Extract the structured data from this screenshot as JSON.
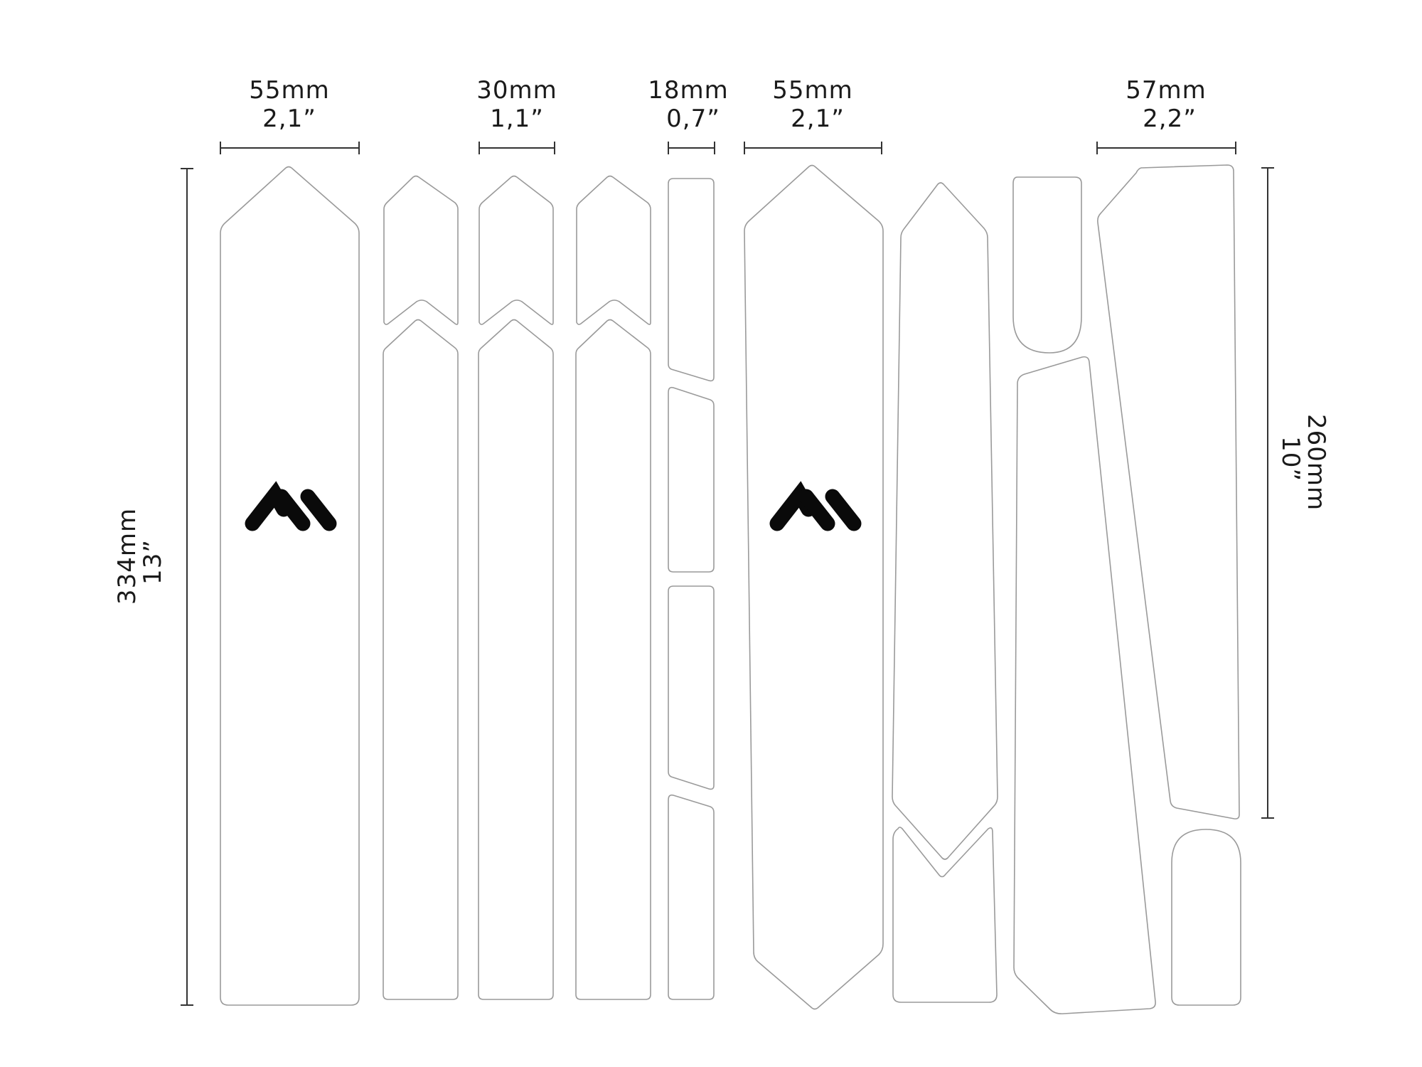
{
  "dimensions": {
    "top": [
      {
        "id": "w1",
        "mm": "55mm",
        "inch": "2,1”"
      },
      {
        "id": "w2",
        "mm": "30mm",
        "inch": "1,1”"
      },
      {
        "id": "w3",
        "mm": "18mm",
        "inch": "0,7”"
      },
      {
        "id": "w4",
        "mm": "55mm",
        "inch": "2,1”"
      },
      {
        "id": "w5",
        "mm": "57mm",
        "inch": "2,2”"
      }
    ],
    "left": {
      "mm": "334mm",
      "inch": "13”"
    },
    "right": {
      "mm": "260mm",
      "inch": "10”"
    }
  },
  "logo": {
    "name": "brand-logo-mark",
    "color": "#0a0a0a"
  },
  "colors": {
    "outline": "#9a9a9a",
    "dimension_line": "#333333",
    "text": "#1a1a1a"
  }
}
